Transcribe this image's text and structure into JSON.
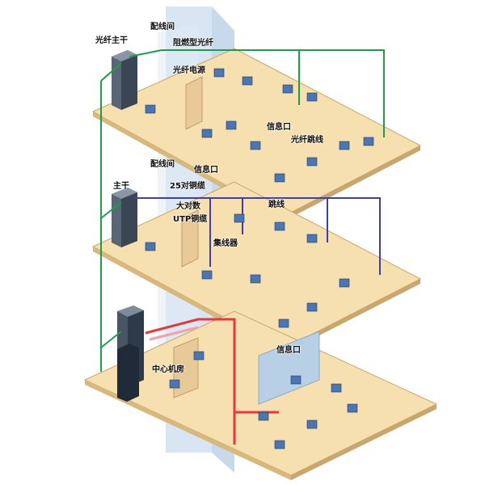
{
  "labels": {
    "fiber_backbone": "光纤主干",
    "wiring_closet_top": "配线间",
    "flame_retardant_fiber": "阻燃型光纤",
    "fiber_power": "光纤电源",
    "info_outlet_top": "信息口",
    "fiber_jumper": "光纤跳线",
    "backbone": "主干",
    "wiring_closet_mid": "配线间",
    "info_outlet_mid": "信息口",
    "copper_25pair": "25对铜缆",
    "jumper": "跳线",
    "large_pair_count": "大对数",
    "utp_copper": "UTP铜缆",
    "hub": "集线器",
    "info_outlet_bottom": "信息口",
    "data_center": "中心机房"
  },
  "colors": {
    "floor": "#f6e0b0",
    "floor_edge": "#c9a66b",
    "riser": "#b9d4ea",
    "fiber": "#1aa04a",
    "copper": "#3d3fb0",
    "red_cable": "#e8383d",
    "pink_cable": "#f3a0a6",
    "equipment": "#2c3a4a"
  }
}
